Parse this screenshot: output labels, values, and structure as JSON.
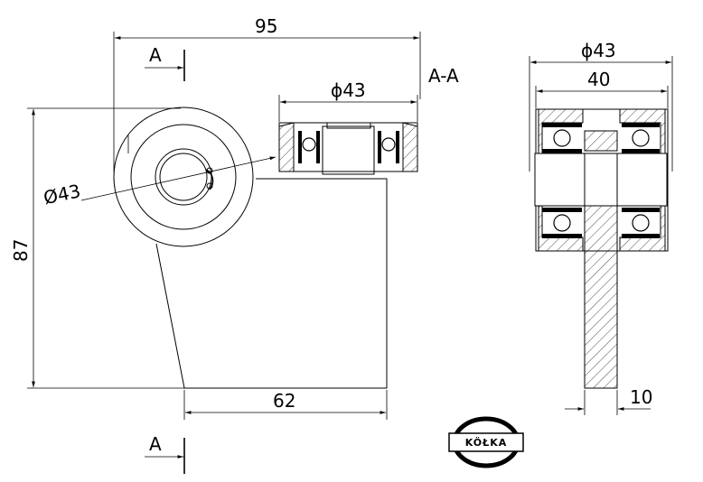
{
  "drawing": {
    "dimensions": {
      "overall_width": "95",
      "height": "87",
      "base_width": "62",
      "wheel_diameter_front": "Ø43",
      "wheel_diameter_section": "ϕ43",
      "wheel_diameter_side": "ϕ43",
      "wheel_width": "40",
      "plate_thickness": "10"
    },
    "section_marks": {
      "top": "A",
      "bottom": "A",
      "section_title": "A-A"
    },
    "logo": {
      "text": "KÖŁKA"
    }
  }
}
